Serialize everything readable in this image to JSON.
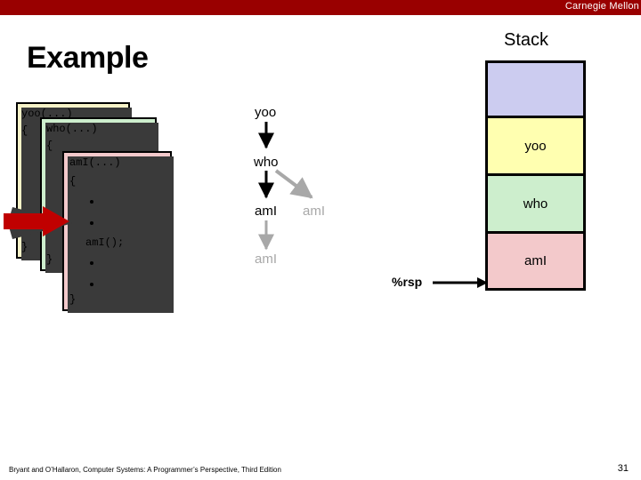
{
  "header": {
    "brand": "Carnegie Mellon"
  },
  "slide": {
    "title": "Example"
  },
  "code_cards": [
    {
      "name": "yoo",
      "color": "#f7f3c8",
      "signature": "yoo(...)",
      "open_brace": "{",
      "close_brace": "}"
    },
    {
      "name": "who",
      "color": "#cdeecd",
      "signature": "who(...)",
      "open_brace": "{",
      "close_brace": "}"
    },
    {
      "name": "amI",
      "color": "#f3c9cb",
      "signature": "amI(...)",
      "open_brace": "{",
      "call": "amI();",
      "close_brace": "}"
    }
  ],
  "call_tree": {
    "nodes": [
      {
        "label": "yoo",
        "faded": false
      },
      {
        "label": "who",
        "faded": false
      },
      {
        "label": "amI",
        "faded": false
      },
      {
        "label": "amI",
        "faded": true
      },
      {
        "label": "amI",
        "faded": true
      }
    ]
  },
  "stack": {
    "caption": "Stack",
    "cells": [
      {
        "label": "",
        "color": "#ccccf0"
      },
      {
        "label": "yoo",
        "color": "#ffffb0"
      },
      {
        "label": "who",
        "color": "#cdeecd"
      },
      {
        "label": "amI",
        "color": "#f3c9cb"
      }
    ],
    "pointer_label": "%rsp"
  },
  "footer": {
    "citation": "Bryant and O’Hallaron, Computer Systems: A Programmer’s Perspective, Third Edition",
    "page_number": "31"
  },
  "colors": {
    "brand_red": "#990000",
    "arrow_red": "#c00000",
    "faded_gray": "#a8a8a8"
  }
}
